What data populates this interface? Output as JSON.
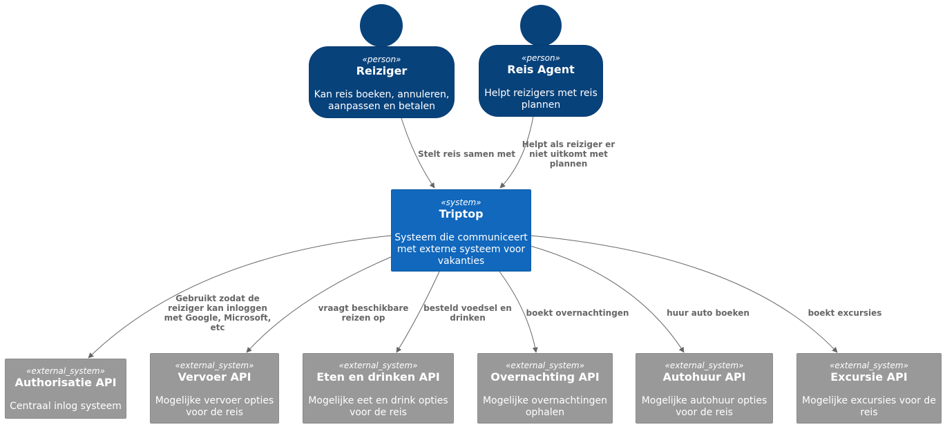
{
  "persons": [
    {
      "stereotype": "«person»",
      "name": "Reiziger",
      "description": "Kan reis boeken, annuleren,\naanpassen en betalen"
    },
    {
      "stereotype": "«person»",
      "name": "Reis Agent",
      "description": "Helpt reizigers met reis\nplannen"
    }
  ],
  "system": {
    "stereotype": "«system»",
    "name": "Triptop",
    "description": "Systeem die communiceert\nmet externe systeem voor\nvakanties"
  },
  "external_systems": [
    {
      "stereotype": "«external_system»",
      "name": "Authorisatie API",
      "description": "Centraal inlog systeem"
    },
    {
      "stereotype": "«external_system»",
      "name": "Vervoer API",
      "description": "Mogelijke vervoer opties\nvoor de reis"
    },
    {
      "stereotype": "«external_system»",
      "name": "Eten en drinken API",
      "description": "Mogelijke eet en drink opties\nvoor de reis"
    },
    {
      "stereotype": "«external_system»",
      "name": "Overnachting API",
      "description": "Mogelijke overnachtingen\nophalen"
    },
    {
      "stereotype": "«external_system»",
      "name": "Autohuur API",
      "description": "Mogelijke autohuur opties\nvoor de reis"
    },
    {
      "stereotype": "«external_system»",
      "name": "Excursie API",
      "description": "Mogelijke excursies voor de\nreis"
    }
  ],
  "relations": [
    {
      "label": "Stelt reis samen met"
    },
    {
      "label": "Helpt als reiziger er\nniet uitkomt met\nplannen"
    },
    {
      "label": "Gebruikt zodat de\nreiziger kan inloggen\nmet Google, Microsoft,\netc"
    },
    {
      "label": "vraagt beschikbare\nreizen op"
    },
    {
      "label": "besteld voedsel en\ndrinken"
    },
    {
      "label": "boekt overnachtingen"
    },
    {
      "label": "huur auto boeken"
    },
    {
      "label": "boekt excursies"
    }
  ],
  "colors": {
    "person": "#08427b",
    "system": "#1168bd",
    "external": "#999999",
    "edge": "#666666"
  }
}
